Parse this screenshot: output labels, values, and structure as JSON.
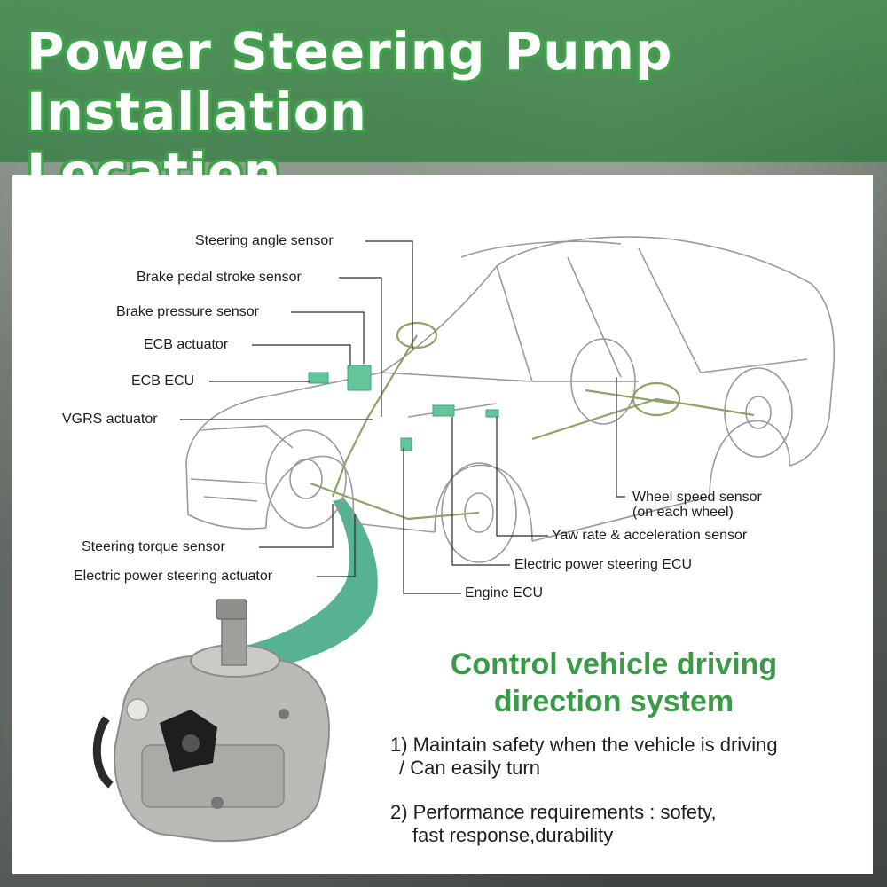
{
  "title": {
    "line1": "Power Steering Pump Installation",
    "line2": "Location"
  },
  "callouts": {
    "steering_angle_sensor": "Steering angle sensor",
    "brake_pedal_stroke_sensor": "Brake pedal stroke sensor",
    "brake_pressure_sensor": "Brake pressure sensor",
    "ecb_actuator": "ECB actuator",
    "ecb_ecu": "ECB ECU",
    "vgrs_actuator": "VGRS actuator",
    "steering_torque_sensor": "Steering torque sensor",
    "eps_actuator": "Electric power steering actuator",
    "wheel_speed_sensor": "Wheel speed sensor",
    "wheel_speed_sensor_note": "(on each wheel)",
    "yaw_rate_sensor": "Yaw rate & acceleration sensor",
    "eps_ecu": "Electric power steering ECU",
    "engine_ecu": "Engine ECU"
  },
  "system": {
    "title_line1": "Control vehicle driving",
    "title_line2": "direction system",
    "point1_line1": "1) Maintain safety when the vehicle is driving",
    "point1_line2": "/ Can easily turn",
    "point2_line1": "2) Performance requirements : sofety,",
    "point2_line2": "fast response,durability"
  },
  "colors": {
    "banner_green": "#3c8c46",
    "accent_green": "#3b9a47",
    "funnel_teal": "#3aa57f"
  },
  "icons": {
    "car": "sedan-line-drawing",
    "pump": "power-steering-pump-photo"
  }
}
